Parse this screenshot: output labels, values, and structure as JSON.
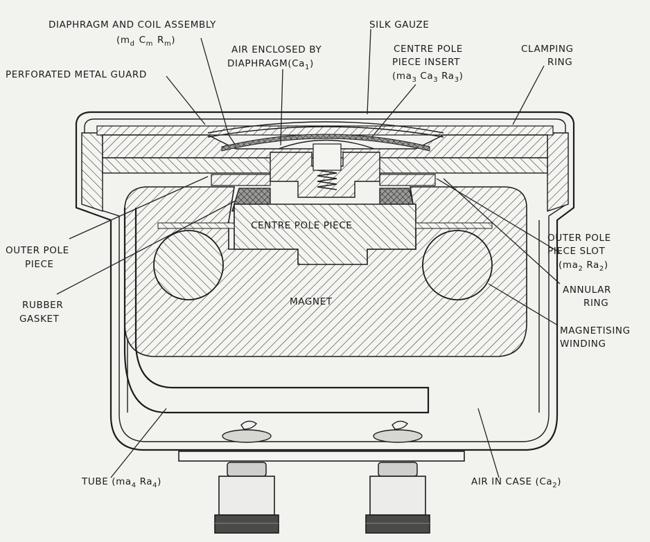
{
  "labels": {
    "diaphragm_coil_line1": "DIAPHRAGM AND COIL ASSEMBLY",
    "diaphragm_coil_m": "m",
    "diaphragm_coil_d": "d",
    "diaphragm_coil_c": "C",
    "diaphragm_coil_m2": "m",
    "diaphragm_coil_r": "R",
    "diaphragm_coil_m3": "m",
    "silk_gauze": "SILK GAUZE",
    "air_enclosed_line1": "AIR ENCLOSED BY",
    "air_enclosed_line2": "DIAPHRAGM",
    "air_enclosed_ca": "(Ca",
    "air_enclosed_sub": "1",
    "air_enclosed_close": ")",
    "centre_insert_line1": "CENTRE POLE",
    "centre_insert_line2": "PIECE INSERT",
    "centre_insert_line3": "(ma",
    "centre_insert_s1": "3",
    "centre_insert_c": " Ca",
    "centre_insert_s2": "3",
    "centre_insert_r": " Ra",
    "centre_insert_s3": "3",
    "centre_insert_close": ")",
    "clamping_line1": "CLAMPING",
    "clamping_line2": "RING",
    "perforated_guard": "PERFORATED METAL GUARD",
    "outer_pole_line1": "OUTER POLE",
    "outer_pole_line2": "PIECE",
    "rubber_line1": "RUBBER",
    "rubber_line2": "GASKET",
    "centre_pole_piece": "CENTRE POLE PIECE",
    "magnet": "MAGNET",
    "slot_line1": "OUTER POLE",
    "slot_line2": "PIECE SLOT",
    "slot_line3": "(ma",
    "slot_s1": "2",
    "slot_r": " Ra",
    "slot_s2": "2",
    "slot_close": ")",
    "annular_line1": "ANNULAR",
    "annular_line2": "RING",
    "winding_line1": "MAGNETISING",
    "winding_line2": "WINDING",
    "tube_text": "TUBE (ma",
    "tube_s1": "4",
    "tube_r": " Ra",
    "tube_s2": "4",
    "tube_close": ")",
    "air_case_text": "AIR IN CASE (Ca",
    "air_case_sub": "2",
    "air_case_close": ")"
  }
}
